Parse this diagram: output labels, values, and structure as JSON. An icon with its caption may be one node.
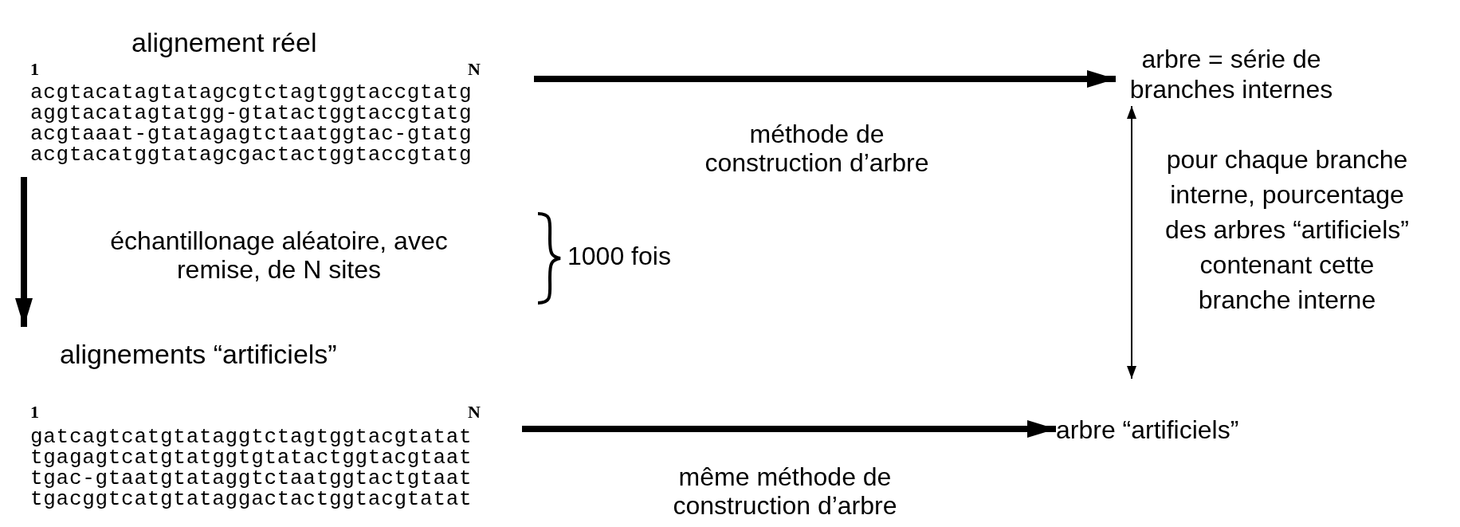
{
  "diagram": {
    "nodes": [
      {
        "text": [
          "alignement réel",
          "1",
          "N",
          "acgtacatagtatagcgtctagtggtaccgtatg",
          "aggtacatagtatgg-gtatactggtaccgtatg",
          "acgtaaat-gtatagagtctaatggtac-gtatg",
          "acgtacatggtatagcgactactggtaccgtatg"
        ]
      },
      {
        "text": [
          "arbre = série de branches internes"
        ]
      },
      {
        "text": [
          "alignements “artificiels”",
          "1",
          "N",
          "gatcagtcatgtataggtctagtggtacgtatat",
          "tgagagtcatgtatggtgtatactggtacgtaat",
          "tgac-gtaatgtataggtctaatggtactgtaat",
          "tgacggtcatgtataggactactggtacgtatat"
        ]
      },
      {
        "text": [
          "arbre “artificiels”"
        ]
      }
    ],
    "edges": [
      {
        "from": 0,
        "to": 1,
        "arrow": "to",
        "label": "méthode de construction d’arbre"
      },
      {
        "from": 0,
        "to": 2,
        "arrow": "to",
        "label": "échantillonage aléatoire, avec remise, de N sites"
      },
      {
        "from": 2,
        "to": 3,
        "arrow": "to",
        "label": "même méthode de construction d’arbre"
      },
      {
        "from": 1,
        "to": 3,
        "arrow": "both",
        "label": "pour chaque branche interne, pourcentage des arbres “artificiels” contenant cette branche interne"
      }
    ],
    "labels": [
      "1000 fois"
    ]
  }
}
